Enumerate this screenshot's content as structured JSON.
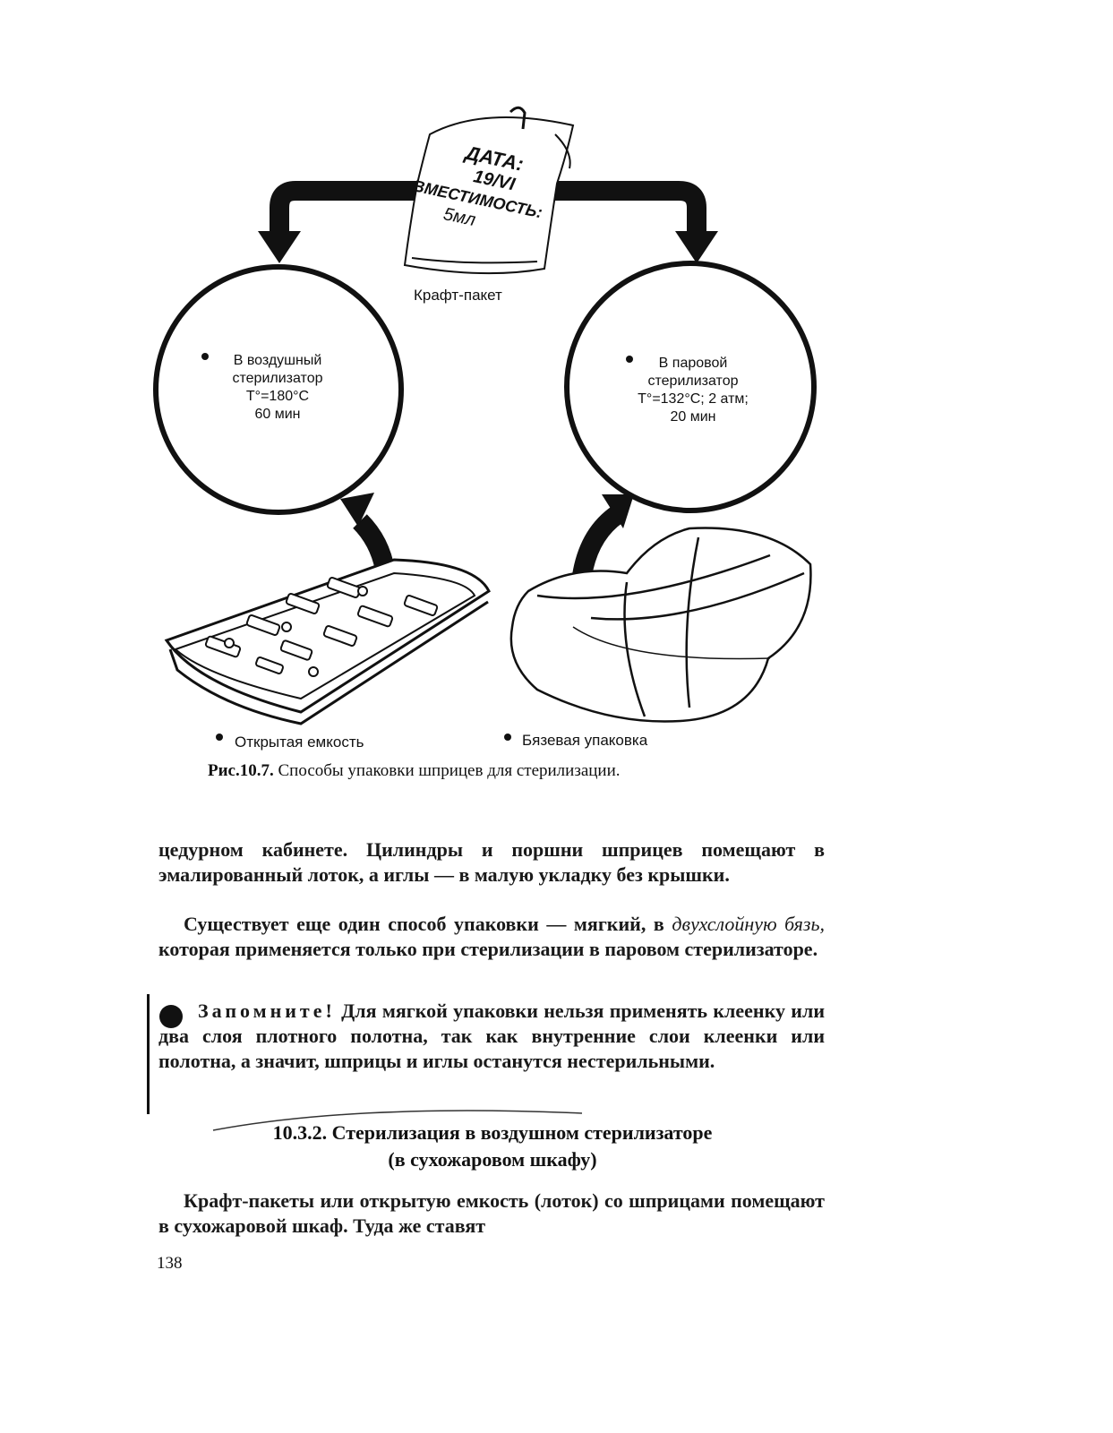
{
  "figure": {
    "bag": {
      "label": "Крафт-пакет",
      "tag_lines": [
        "ДАТА:",
        "19/VI",
        "ВМЕСТИМОСТЬ:",
        "5мл"
      ]
    },
    "left_circle": {
      "lines": [
        "В воздушный",
        "стерилизатор",
        "Т°=180°С",
        "60 мин"
      ]
    },
    "right_circle": {
      "lines": [
        "В паровой",
        "стерилизатор",
        "Т°=132°С; 2 атм;",
        "20 мин"
      ]
    },
    "tray_label": "Открытая емкость",
    "cloth_label": "Бязевая упаковка",
    "caption_ref": "Рис.10.7.",
    "caption_text": "Способы упаковки шприцев для стерилизации."
  },
  "body": {
    "para1": "цедурном кабинете. Цилиндры и поршни шприцев помещают в эмалированный лоток, а иглы — в малую укладку без крышки.",
    "para2_a": "Существует еще один способ упаковки — мягкий, в ",
    "para2_italic": "двухслойную бязь,",
    "para2_b": " которая применяется только при стерилизации в паровом стерилизаторе.",
    "note_label": "Запомните!",
    "note_text": " Для мягкой упаковки нельзя применять клеенку или два слоя плотного полотна, так как внутренние слои клеенки или полотна, а значит, шприцы и иглы останутся нестерильными.",
    "heading_line1": "10.3.2. Стерилизация в воздушном стерилизаторе",
    "heading_line2": "(в сухожаровом шкафу)",
    "para3": "Крафт-пакеты или открытую емкость (лоток) со шприцами помещают в сухожаровой шкаф. Туда же ставят"
  },
  "page_number": "138"
}
